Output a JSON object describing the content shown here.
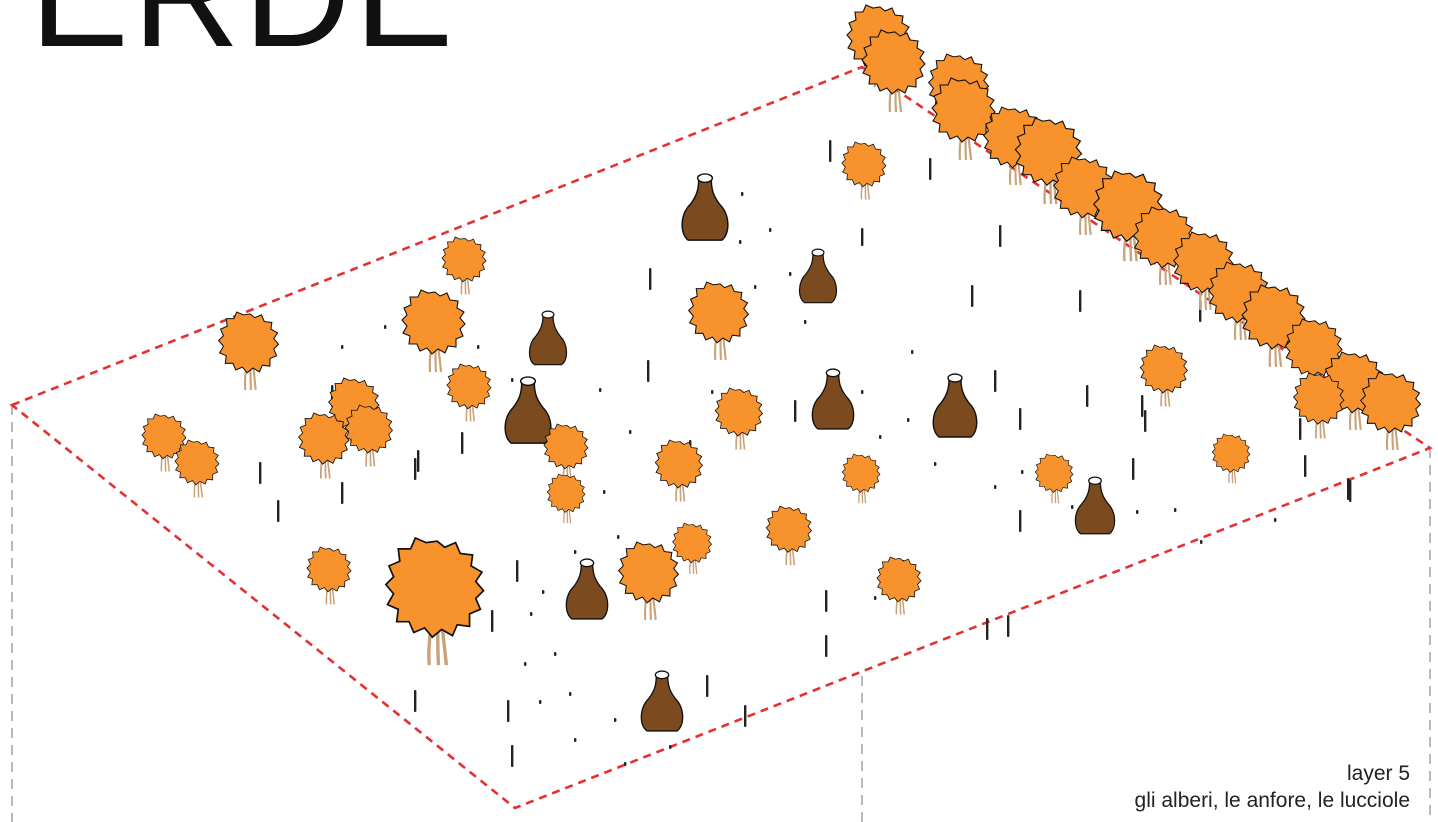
{
  "title": "ERDE",
  "caption": {
    "layer": "layer 5",
    "subtitle": "gli alberi, le anfore, le lucciole"
  },
  "colors": {
    "outline": "#e53030",
    "guide": "#888888",
    "foliage": "#f7922d",
    "trunk": "#c9a27a",
    "amphora": "#7b4a1e",
    "firefly": "#222222"
  },
  "legend_items": [
    "tree-icon",
    "amphora-icon",
    "firefly-icon"
  ]
}
